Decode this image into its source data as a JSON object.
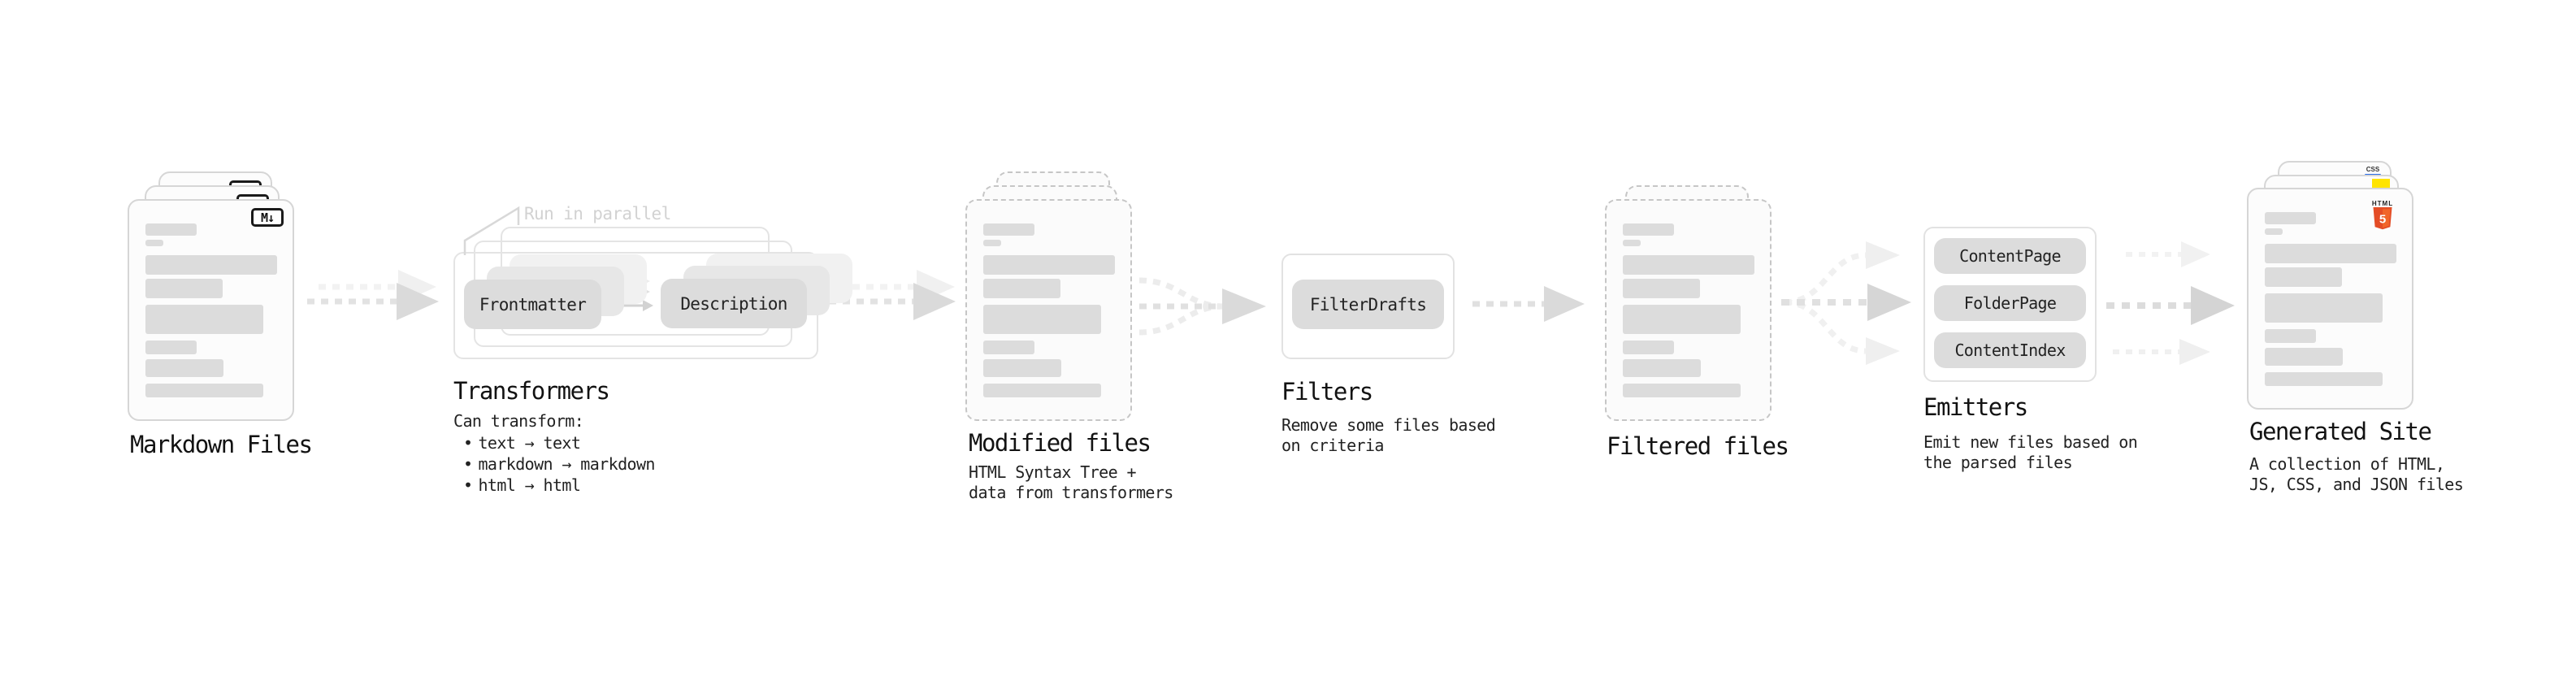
{
  "diagram": {
    "annotation_run_in_parallel": "Run in parallel",
    "stages": [
      {
        "id": "markdown-files",
        "title": "Markdown Files"
      },
      {
        "id": "transformers",
        "title": "Transformers",
        "body": "Can transform:",
        "bullets": [
          "text → text",
          "markdown → markdown",
          "html → html"
        ],
        "nodes": [
          "Frontmatter",
          "Description"
        ]
      },
      {
        "id": "modified-files",
        "title": "Modified files",
        "subtitle": [
          "HTML Syntax Tree +",
          "data from transformers"
        ]
      },
      {
        "id": "filters",
        "title": "Filters",
        "subtitle": [
          "Remove some files based",
          "on criteria"
        ],
        "nodes": [
          "FilterDrafts"
        ]
      },
      {
        "id": "filtered-files",
        "title": "Filtered files"
      },
      {
        "id": "emitters",
        "title": "Emitters",
        "subtitle": [
          "Emit new files based on",
          "the parsed files"
        ],
        "nodes": [
          "ContentPage",
          "FolderPage",
          "ContentIndex"
        ]
      },
      {
        "id": "generated-site",
        "title": "Generated Site",
        "subtitle": [
          "A collection of HTML,",
          "JS, CSS, and JSON files"
        ]
      }
    ],
    "icons": {
      "markdown": {
        "name": "markdown-icon",
        "label": "M↓"
      },
      "html5": {
        "name": "html5-icon",
        "label_top": "HTML",
        "label_shield": "5"
      },
      "css": {
        "name": "css-icon",
        "label": "CSS"
      },
      "js": {
        "name": "js-icon"
      }
    },
    "colors": {
      "html5_orange": "#e44d26",
      "html5_orange_light": "#f16529",
      "css_blue": "#2b6de8",
      "js_yellow": "#ffe400",
      "node_fill": "#dcdcdc",
      "card_border": "#d6d6d6",
      "dashed_border": "#c6c6c6",
      "annotation_gray": "#d2d2d2"
    }
  }
}
